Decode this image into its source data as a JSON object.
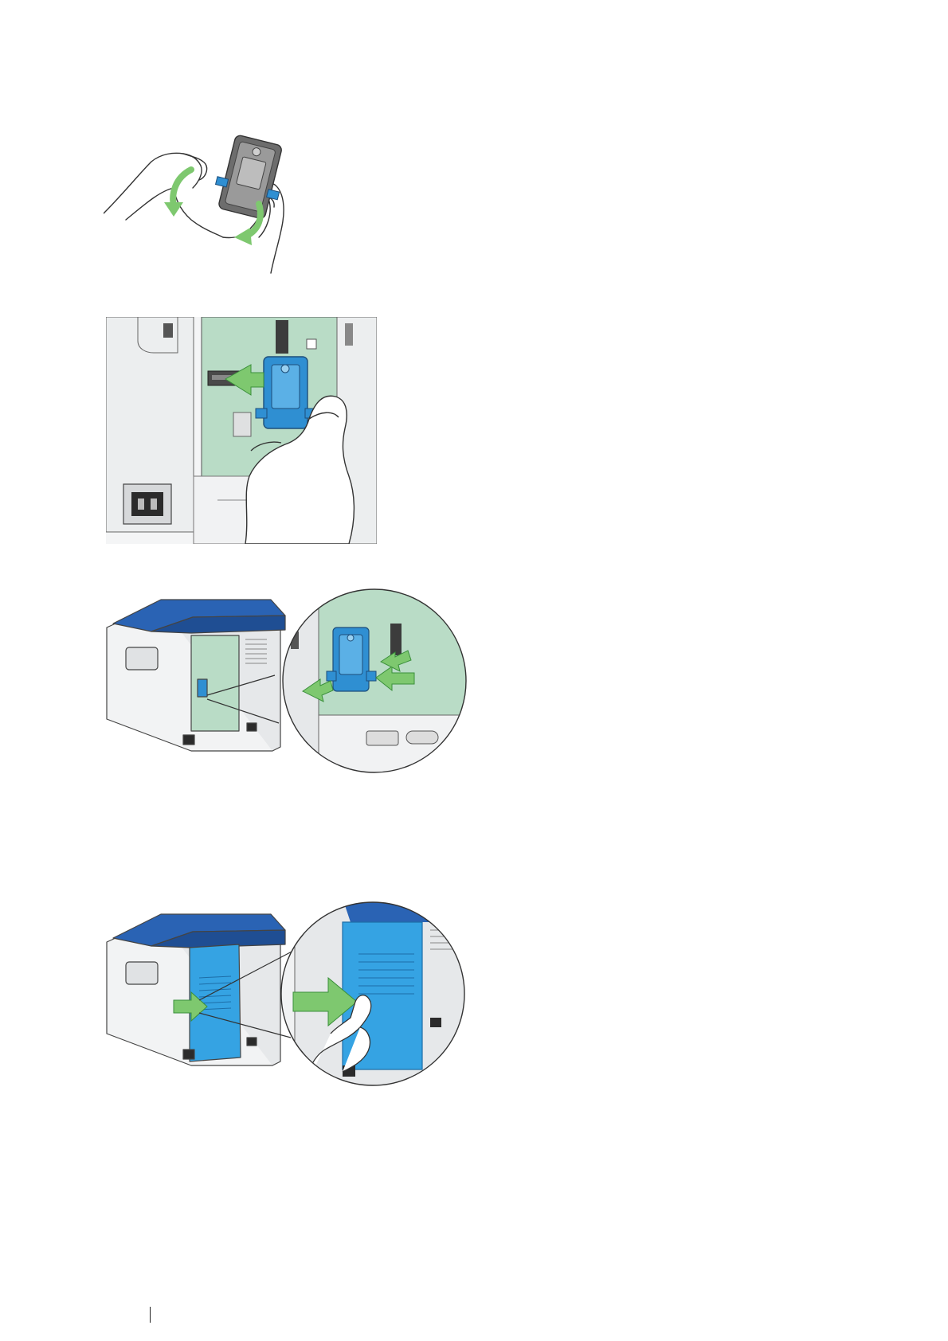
{
  "page": {
    "title": "",
    "figures": [
      {
        "id": "fig-hold-wireless-adapter",
        "icon": "hand-holding-adapter-illustration"
      },
      {
        "id": "fig-insert-adapter-into-connector",
        "icon": "adapter-insertion-illustration"
      },
      {
        "id": "fig-press-adapter-clips",
        "icon": "printer-with-zoom-illustration"
      },
      {
        "id": "fig-close-control-board-cover",
        "icon": "printer-cover-close-illustration"
      }
    ],
    "page_number": ""
  },
  "colors": {
    "arrow_green": "#7ec86f",
    "arrow_dark": "#3a8f3b",
    "board_green": "#b9dcc6",
    "adapter_blue": "#2f8fd2",
    "printer_blue": "#2a63b4",
    "cover_blue": "#35a3e3",
    "outline": "#333333"
  }
}
